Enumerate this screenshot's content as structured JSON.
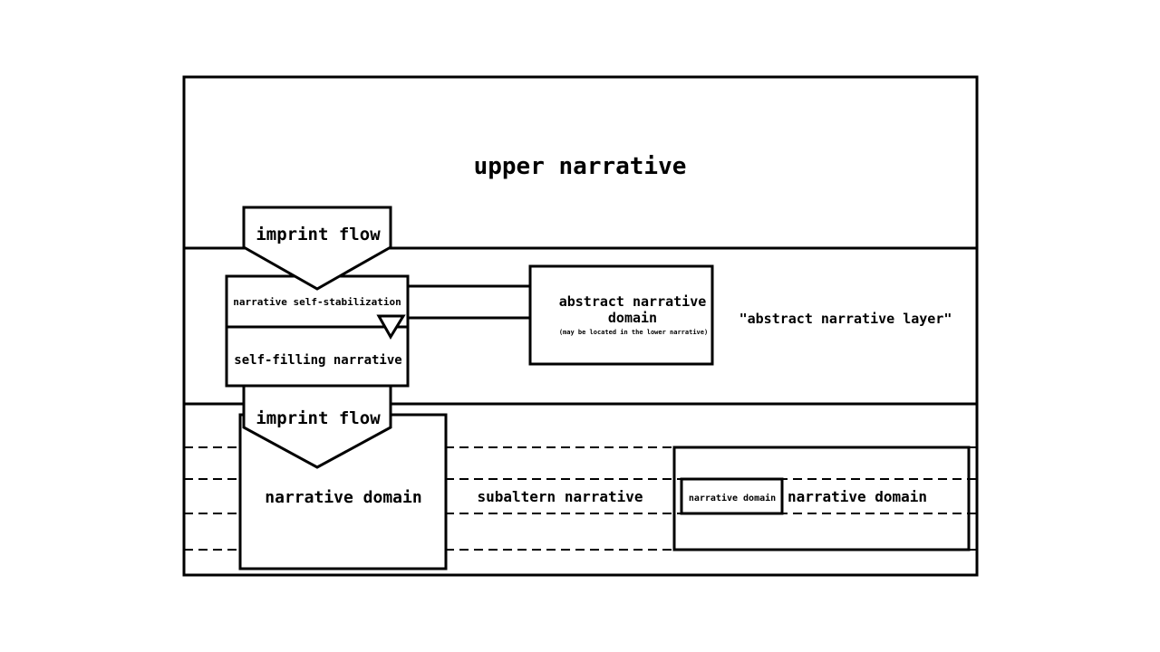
{
  "upper_section": {
    "label": "upper narrative"
  },
  "middle_section": {
    "imprint_flow_label": "imprint flow",
    "self_stabilization_label": "narrative self-stabilization",
    "self_filling_label": "self-filling narrative",
    "abstract_domain": {
      "title_line1": "abstract narrative",
      "title_line2": "domain",
      "note": "(may be located in the lower narrative)"
    },
    "abstract_layer_label": "\"abstract narrative layer\""
  },
  "lower_section": {
    "imprint_flow_label": "imprint flow",
    "narrative_domain_label": "narrative domain",
    "subaltern_label": "subaltern narrative",
    "right_domain_label": "narrative domain",
    "small_domain_label": "narrative domain"
  }
}
